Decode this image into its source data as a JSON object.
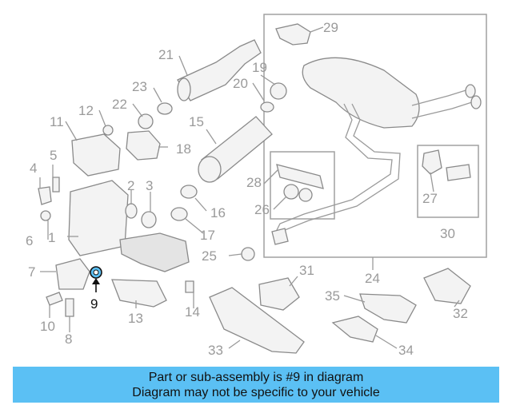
{
  "highlight": {
    "part_number": "9",
    "color": "#5bc0f4"
  },
  "labels": {
    "l1": "1",
    "l2": "2",
    "l3": "3",
    "l4": "4",
    "l5": "5",
    "l6": "6",
    "l7": "7",
    "l8": "8",
    "l9": "9",
    "l10": "10",
    "l11": "11",
    "l12": "12",
    "l13": "13",
    "l14": "14",
    "l15": "15",
    "l16": "16",
    "l17": "17",
    "l18": "18",
    "l19": "19",
    "l20": "20",
    "l21": "21",
    "l22": "22",
    "l23": "23",
    "l24": "24",
    "l25": "25",
    "l26": "26",
    "l27": "27",
    "l28": "28",
    "l29": "29",
    "l30": "30",
    "l31": "31",
    "l32": "32",
    "l33": "33",
    "l34": "34",
    "l35": "35"
  },
  "banner": {
    "line1": "Part or sub-assembly is #9 in diagram",
    "line2": "Diagram may not be specific to your vehicle"
  }
}
